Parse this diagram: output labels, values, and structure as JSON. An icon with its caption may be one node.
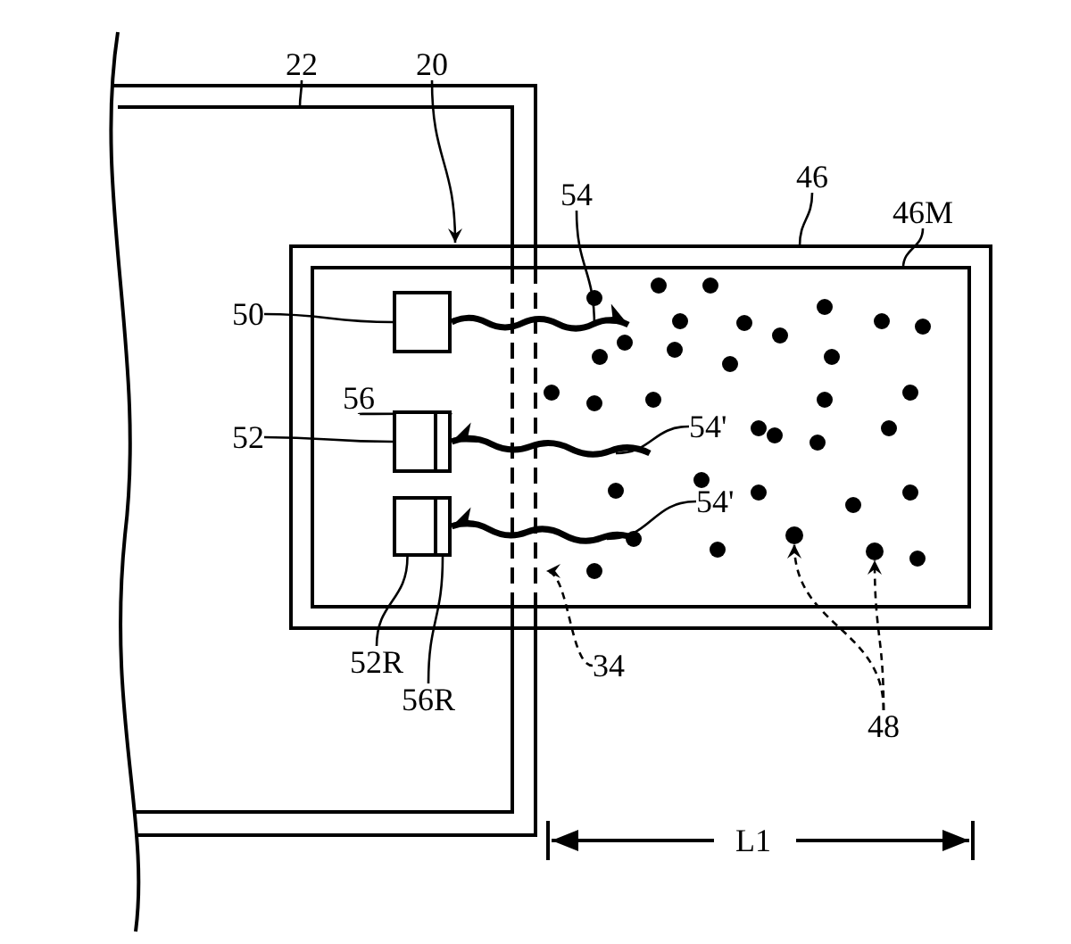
{
  "diagram": {
    "nodes": [
      {
        "text": [
          "22"
        ]
      },
      {
        "text": [
          "20"
        ]
      },
      {
        "text": [
          "54"
        ]
      },
      {
        "text": [
          "46"
        ]
      },
      {
        "text": [
          "46M"
        ]
      },
      {
        "text": [
          "50"
        ]
      },
      {
        "text": [
          "56"
        ]
      },
      {
        "text": [
          "52"
        ]
      },
      {
        "text": [
          "54'"
        ]
      },
      {
        "text": [
          "54'"
        ]
      },
      {
        "text": [
          "52R"
        ]
      },
      {
        "text": [
          "56R"
        ]
      },
      {
        "text": [
          "34"
        ]
      },
      {
        "text": [
          "48"
        ]
      },
      {
        "text": [],
        "shape": "box"
      },
      {
        "text": [],
        "shape": "box"
      },
      {
        "text": [],
        "shape": "box"
      },
      {
        "text": [],
        "shape": "bar",
        "in": 15
      },
      {
        "text": [],
        "shape": "bar",
        "in": 16
      },
      {
        "text": [],
        "shape": "circle"
      },
      {
        "text": [],
        "shape": "circle"
      }
    ],
    "edges": [
      {
        "from": 0,
        "to": null,
        "arrow": "none"
      },
      {
        "from": 1,
        "to": null,
        "arrow": "to"
      },
      {
        "from": 2,
        "to": null,
        "arrow": "none"
      },
      {
        "from": 3,
        "to": null,
        "arrow": "none"
      },
      {
        "from": 4,
        "to": null,
        "arrow": "none"
      },
      {
        "from": 5,
        "to": 14,
        "arrow": "none"
      },
      {
        "from": 6,
        "to": 17,
        "arrow": "none"
      },
      {
        "from": 7,
        "to": 15,
        "arrow": "none"
      },
      {
        "from": 8,
        "to": null,
        "arrow": "none"
      },
      {
        "from": 9,
        "to": null,
        "arrow": "none"
      },
      {
        "from": 10,
        "to": 16,
        "arrow": "none"
      },
      {
        "from": 11,
        "to": 18,
        "arrow": "none"
      },
      {
        "from": 12,
        "to": null,
        "arrow": "to",
        "style": "dashed"
      },
      {
        "from": 13,
        "to": 19,
        "arrow": "to",
        "style": "dashed"
      },
      {
        "from": 13,
        "to": 20,
        "arrow": "to",
        "style": "dashed"
      },
      {
        "from": 14,
        "to": null,
        "arrow": "to",
        "style": "thick"
      },
      {
        "from": null,
        "to": 15,
        "arrow": "to",
        "style": "thick"
      },
      {
        "from": null,
        "to": 16,
        "arrow": "to",
        "style": "thick"
      }
    ],
    "labels": [
      "L1"
    ]
  }
}
